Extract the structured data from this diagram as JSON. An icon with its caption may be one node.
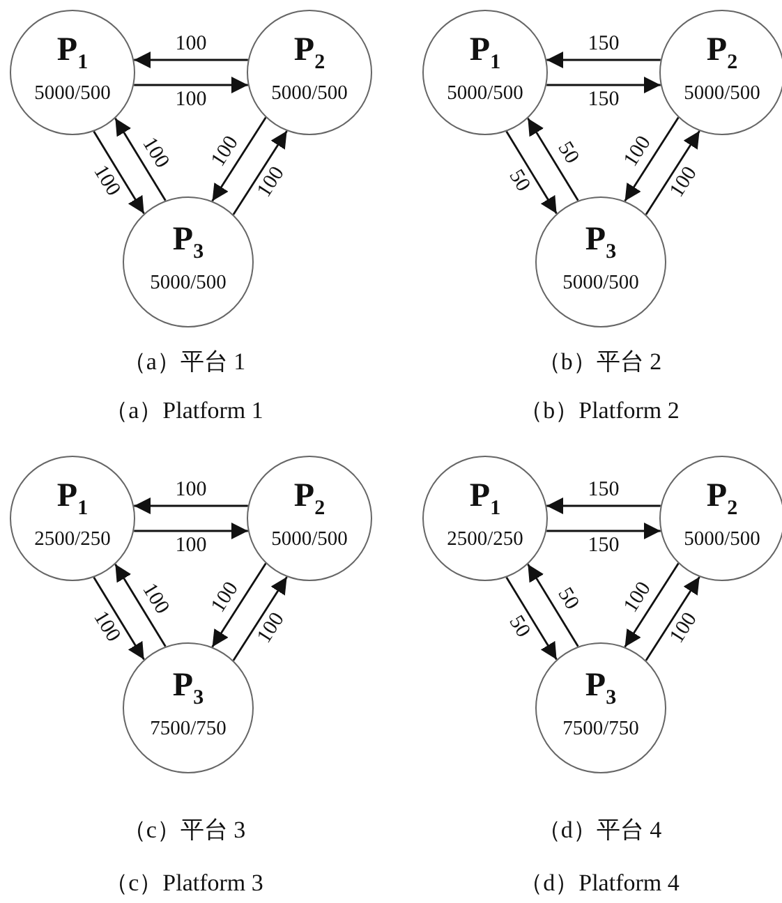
{
  "diagram": {
    "nodes": [
      {
        "text": [
          "P$_{1}$",
          "5000/500"
        ]
      },
      {
        "text": [
          "P$_{2}$",
          "5000/500"
        ]
      },
      {
        "text": [
          "P$_{3}$",
          "5000/500"
        ]
      },
      {
        "text": [
          "P$_{1}$",
          "5000/500"
        ]
      },
      {
        "text": [
          "P$_{2}$",
          "5000/500"
        ]
      },
      {
        "text": [
          "P$_{3}$",
          "5000/500"
        ]
      },
      {
        "text": [
          "P$_{1}$",
          "2500/250"
        ]
      },
      {
        "text": [
          "P$_{2}$",
          "5000/500"
        ]
      },
      {
        "text": [
          "P$_{3}$",
          "7500/750"
        ]
      },
      {
        "text": [
          "P$_{1}$",
          "2500/250"
        ]
      },
      {
        "text": [
          "P$_{2}$",
          "5000/500"
        ]
      },
      {
        "text": [
          "P$_{3}$",
          "7500/750"
        ]
      }
    ],
    "edges": [
      {
        "from": 1,
        "to": 0,
        "arrow": "to",
        "label": "100"
      },
      {
        "from": 0,
        "to": 1,
        "arrow": "to",
        "label": "100"
      },
      {
        "from": 0,
        "to": 2,
        "arrow": "to",
        "label": "100"
      },
      {
        "from": 2,
        "to": 0,
        "arrow": "to",
        "label": "100"
      },
      {
        "from": 1,
        "to": 2,
        "arrow": "to",
        "label": "100"
      },
      {
        "from": 2,
        "to": 1,
        "arrow": "to",
        "label": "100"
      },
      {
        "from": 4,
        "to": 3,
        "arrow": "to",
        "label": "150"
      },
      {
        "from": 3,
        "to": 4,
        "arrow": "to",
        "label": "150"
      },
      {
        "from": 3,
        "to": 5,
        "arrow": "to",
        "label": "50"
      },
      {
        "from": 5,
        "to": 3,
        "arrow": "to",
        "label": "50"
      },
      {
        "from": 4,
        "to": 5,
        "arrow": "to",
        "label": "100"
      },
      {
        "from": 5,
        "to": 4,
        "arrow": "to",
        "label": "100"
      },
      {
        "from": 7,
        "to": 6,
        "arrow": "to",
        "label": "100"
      },
      {
        "from": 6,
        "to": 7,
        "arrow": "to",
        "label": "100"
      },
      {
        "from": 6,
        "to": 8,
        "arrow": "to",
        "label": "100"
      },
      {
        "from": 8,
        "to": 6,
        "arrow": "to",
        "label": "100"
      },
      {
        "from": 7,
        "to": 8,
        "arrow": "to",
        "label": "100"
      },
      {
        "from": 8,
        "to": 7,
        "arrow": "to",
        "label": "100"
      },
      {
        "from": 10,
        "to": 9,
        "arrow": "to",
        "label": "150"
      },
      {
        "from": 9,
        "to": 10,
        "arrow": "to",
        "label": "150"
      },
      {
        "from": 9,
        "to": 11,
        "arrow": "to",
        "label": "50"
      },
      {
        "from": 11,
        "to": 9,
        "arrow": "to",
        "label": "50"
      },
      {
        "from": 10,
        "to": 11,
        "arrow": "to",
        "label": "100"
      },
      {
        "from": 11,
        "to": 10,
        "arrow": "to",
        "label": "100"
      }
    ],
    "labels": [
      "（a）平台 1",
      "（b）平台 2",
      "（a）Platform 1",
      "（b）Platform 2",
      "（c）平台 3",
      "（d）平台 4",
      "（c）Platform 3",
      "（d）Platform 4"
    ]
  }
}
